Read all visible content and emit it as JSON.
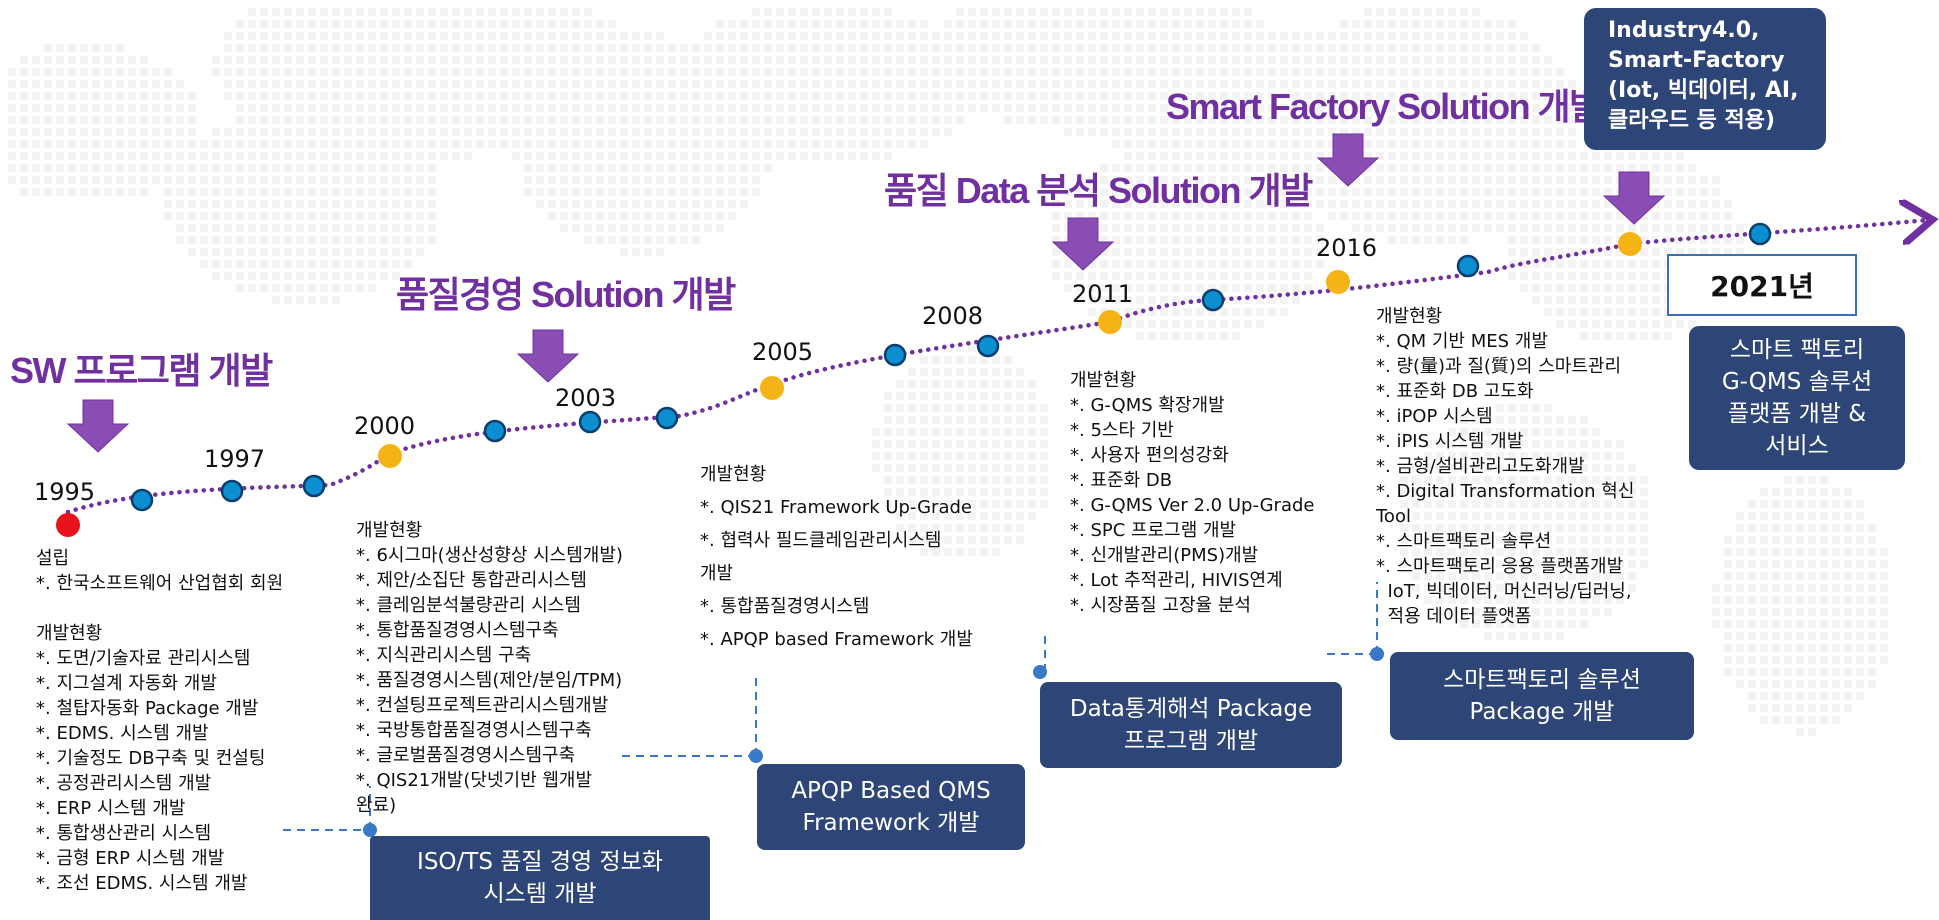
{
  "colors": {
    "accent_purple": "#7030a0",
    "navy": "#2e4577",
    "node_blue": "#0b8fd1",
    "node_yellow": "#f5b316",
    "node_red": "#e8131b"
  },
  "headings": {
    "h1": "SW 프로그램 개발",
    "h2": "품질경영 Solution 개발",
    "h3": "품질 Data 분석 Solution 개발",
    "h4": "Smart Factory Solution 개발"
  },
  "years": {
    "y1995": "1995",
    "y1997": "1997",
    "y2000": "2000",
    "y2003": "2003",
    "y2005": "2005",
    "y2008": "2008",
    "y2011": "2011",
    "y2016": "2016"
  },
  "year_box": "2021년",
  "industry_box": [
    "Industry4.0,",
    "Smart-Factory",
    "(Iot, 빅데이터, AI,",
    "클라우드 등 적용)"
  ],
  "text_1995": [
    "설립",
    "*. 한국소프트웨어 산업협회 회원",
    "",
    "개발현황",
    "*. 도면/기술자료  관리시스템",
    "*. 지그설계 자동화 개발",
    "*. 철탑자동화 Package 개발",
    "*. EDMS. 시스템 개발",
    "*. 기술정도 DB구축 및 컨설팅",
    "*. 공정관리시스템 개발",
    "*. ERP 시스템 개발",
    "*. 통합생산관리 시스템",
    "*. 금형 ERP 시스템 개발",
    "*. 조선 EDMS. 시스템 개발"
  ],
  "text_2000": [
    "개발현황",
    "*. 6시그마(생산성향상 시스템개발)",
    "*. 제안/소집단 통합관리시스템",
    "*. 클레임분석불량관리 시스템",
    "*. 통합품질경영시스템구축",
    "*. 지식관리시스템 구축",
    "*. 품질경영시스템(제안/분임/TPM)",
    "*. 컨설팅프로젝트관리시스템개발",
    "*. 국방통합품질경영시스템구축",
    "*. 글로벌품질경영시스템구축",
    "*. QIS21개발(닷넷기반 웹개발",
    "완료)"
  ],
  "text_2005": [
    "개발현황",
    "*. QIS21 Framework  Up-Grade",
    "*. 협력사 필드클레임관리시스템",
    "개발",
    "*. 통합품질경영시스템",
    "*. APQP based Framework 개발"
  ],
  "text_2011": [
    "개발현황",
    "*. G-QMS 확장개발",
    "*. 5스타 기반",
    "*. 사용자 편의성강화",
    "*. 표준화 DB",
    "*. G-QMS Ver 2.0 Up-Grade",
    "*. SPC 프로그램 개발",
    "*. 신개발관리(PMS)개발",
    "*. Lot 추적관리, HIVIS연계",
    "*. 시장품질 고장율 분석"
  ],
  "text_2016": [
    "개발현황",
    "*. QM 기반 MES 개발",
    "*. 량(量)과 질(質)의 스마트관리",
    "*. 표준화 DB 고도화",
    "*. iPOP 시스템",
    "*. iPIS 시스템 개발",
    "*. 금형/설비관리고도화개발",
    "*. Digital Transformation 혁신",
    "Tool",
    "*. 스마트팩토리 솔루션",
    "*. 스마트팩토리 응용 플랫폼개발",
    "  IoT, 빅데이터, 머신러닝/딥러닝,",
    "  적용 데이터 플앳폼"
  ],
  "boxes": {
    "iso": [
      "ISO/TS 품질 경영 정보화",
      "시스템 개발"
    ],
    "apqp": [
      "APQP Based QMS",
      "Framework 개발"
    ],
    "data": [
      "Data통계해석 Package",
      "프로그램 개발"
    ],
    "smart": [
      "스마트팩토리 솔루션",
      "Package 개발"
    ],
    "platform": [
      "스마트 팩토리",
      "G-QMS 솔루션",
      "플랫폼 개발 &",
      "서비스"
    ]
  }
}
